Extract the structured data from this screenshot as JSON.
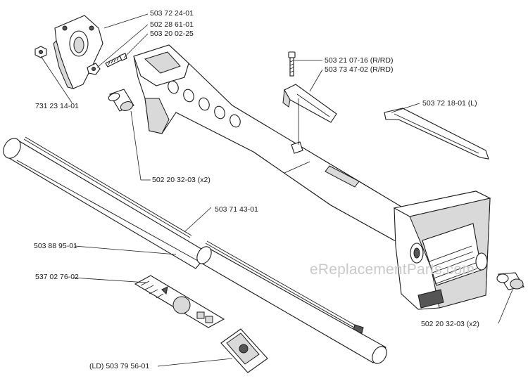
{
  "diagram": {
    "watermark": "eReplacementParts.com",
    "callouts": [
      {
        "id": "c1",
        "text": "503 72 24-01"
      },
      {
        "id": "c2",
        "text": "502 28 61-01"
      },
      {
        "id": "c3",
        "text": "503 20 02-25"
      },
      {
        "id": "c4",
        "text": "731 23 14-01"
      },
      {
        "id": "c5",
        "text": "503 21 07-16 (R/RD)"
      },
      {
        "id": "c6",
        "text": "503 73 47-02 (R/RD)"
      },
      {
        "id": "c7",
        "text": "503 72 18-01 (L)"
      },
      {
        "id": "c8",
        "text": "502 20 32-03 (x2)"
      },
      {
        "id": "c9",
        "text": "503 71 43-01"
      },
      {
        "id": "c10",
        "text": "503 88 95-01"
      },
      {
        "id": "c11",
        "text": "537 02 76-02"
      },
      {
        "id": "c12",
        "text": "502 20 32-03 (x2)"
      },
      {
        "id": "c13",
        "text": "(LD) 503 79 56-01"
      }
    ]
  }
}
